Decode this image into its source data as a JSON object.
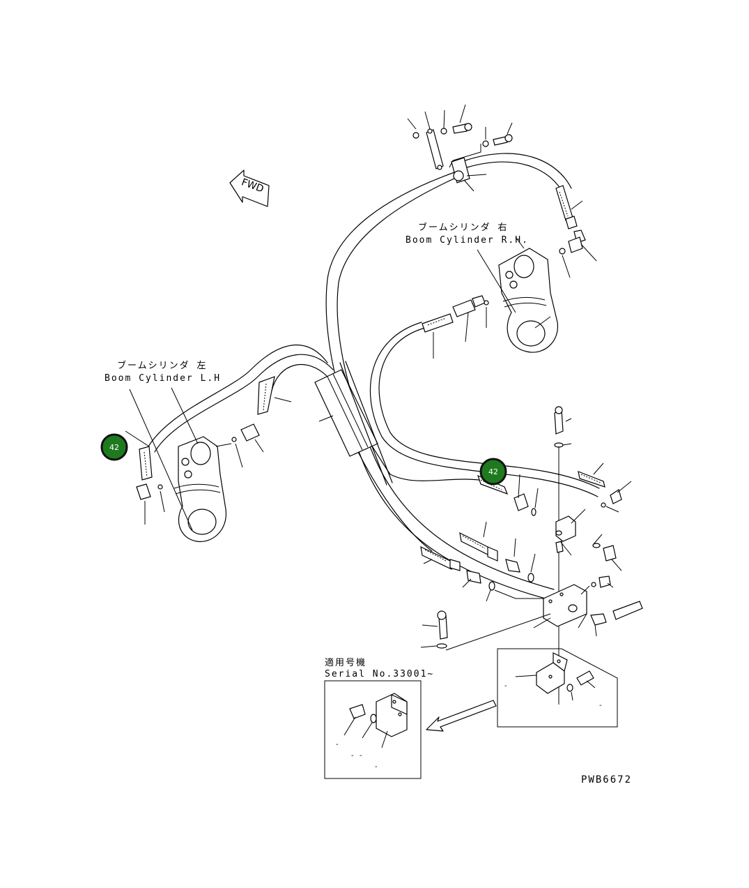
{
  "labels": {
    "boom_rh_jp": "ブームシリンダ 右",
    "boom_rh_en": "Boom Cylinder R.H.",
    "boom_lh_jp": "ブームシリンダ 左",
    "boom_lh_en": "Boom Cylinder L.H",
    "serial_jp": "適用号機",
    "serial_en": "Serial No.33001~",
    "fwd": "FWD",
    "drawing_code": "PWB6672"
  },
  "callouts": [
    {
      "number": "42"
    },
    {
      "number": "42"
    }
  ],
  "colors": {
    "callout_fill": "#1e7a1e",
    "line": "#000000"
  }
}
